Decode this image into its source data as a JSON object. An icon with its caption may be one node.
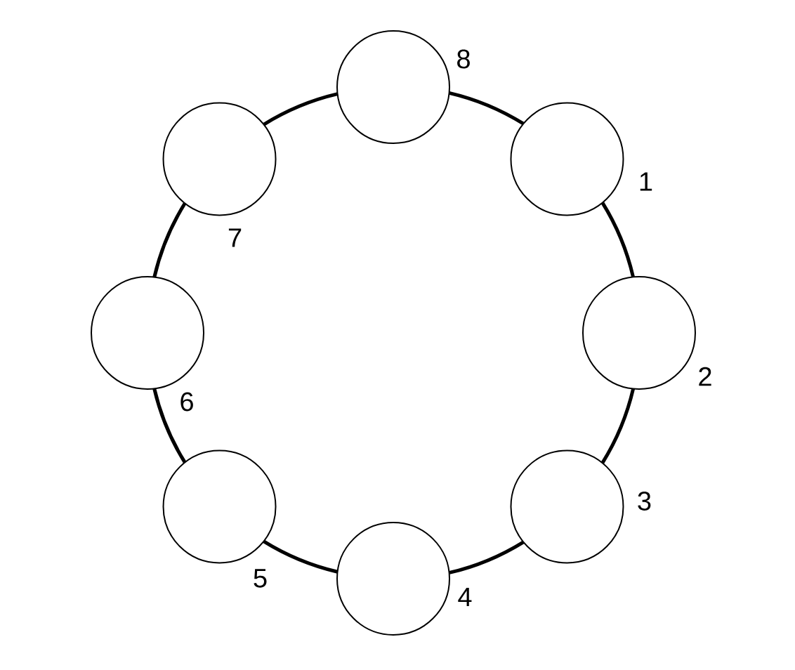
{
  "diagram": {
    "nodes": [
      {
        "text": [],
        "shape": "circle",
        "beside": [
          "1"
        ]
      },
      {
        "text": [],
        "shape": "circle",
        "beside": [
          "2"
        ]
      },
      {
        "text": [],
        "shape": "circle",
        "beside": [
          "3"
        ]
      },
      {
        "text": [],
        "shape": "circle",
        "beside": [
          "4"
        ]
      },
      {
        "text": [],
        "shape": "circle",
        "beside": [
          "5"
        ]
      },
      {
        "text": [],
        "shape": "circle",
        "beside": [
          "6"
        ]
      },
      {
        "text": [],
        "shape": "circle",
        "beside": [
          "7"
        ]
      },
      {
        "text": [],
        "shape": "circle",
        "beside": [
          "8"
        ]
      }
    ],
    "edges": [
      {
        "from": 0,
        "to": 1,
        "arrow": "none"
      },
      {
        "from": 1,
        "to": 2,
        "arrow": "none"
      },
      {
        "from": 2,
        "to": 3,
        "arrow": "none"
      },
      {
        "from": 3,
        "to": 4,
        "arrow": "none"
      },
      {
        "from": 4,
        "to": 5,
        "arrow": "none"
      },
      {
        "from": 5,
        "to": 6,
        "arrow": "none"
      },
      {
        "from": 6,
        "to": 7,
        "arrow": "none"
      },
      {
        "from": 7,
        "to": 0,
        "arrow": "none"
      }
    ]
  }
}
